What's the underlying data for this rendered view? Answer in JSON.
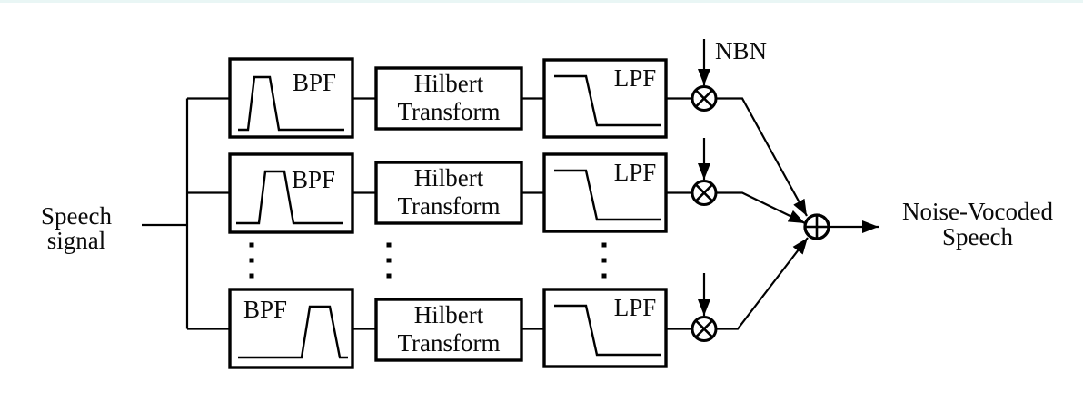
{
  "labels": {
    "input_line1": "Speech",
    "input_line2": "signal",
    "nbn": "NBN",
    "output_line1": "Noise-Vocoded",
    "output_line2": "Speech"
  },
  "channels": [
    {
      "bpf": "BPF",
      "hilbert_line1": "Hilbert",
      "hilbert_line2": "Transform",
      "lpf": "LPF"
    },
    {
      "bpf": "BPF",
      "hilbert_line1": "Hilbert",
      "hilbert_line2": "Transform",
      "lpf": "LPF"
    },
    {
      "bpf": "BPF",
      "hilbert_line1": "Hilbert",
      "hilbert_line2": "Transform",
      "lpf": "LPF"
    }
  ],
  "colors": {
    "diagram_line": "#000000",
    "background": "#ffffff",
    "top_border": "#e9f6f5"
  }
}
